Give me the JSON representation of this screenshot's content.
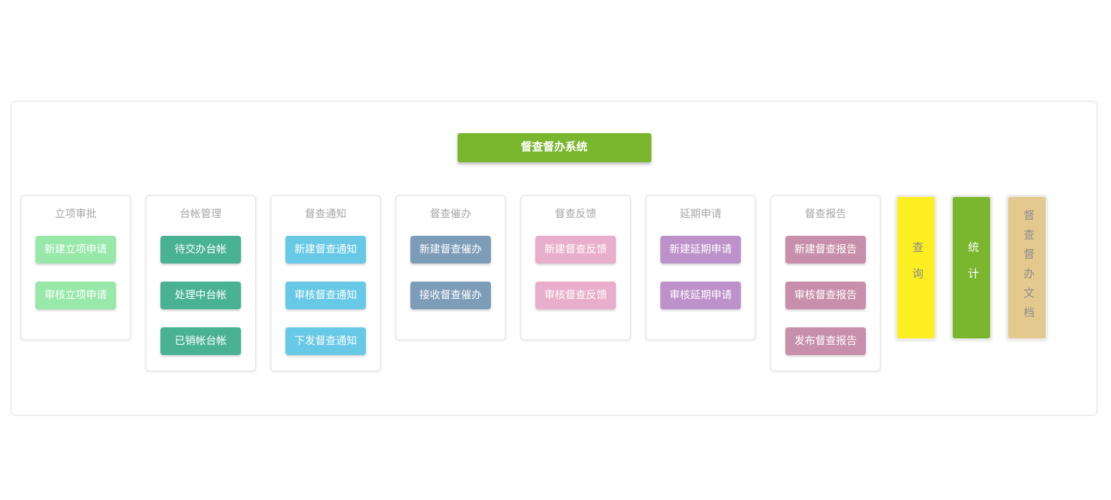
{
  "header": {
    "title": "督查督办系统",
    "color": "#7ab62e",
    "text_color": "#ffffff"
  },
  "columns": [
    {
      "name": "立项审批",
      "button_color": "#97e8a9",
      "buttons": [
        "新建立项申请",
        "审核立项申请"
      ]
    },
    {
      "name": "台帐管理",
      "button_color": "#49b293",
      "buttons": [
        "待交办台帐",
        "处理中台帐",
        "已销帐台帐"
      ]
    },
    {
      "name": "督查通知",
      "button_color": "#67c9e6",
      "buttons": [
        "新建督查通知",
        "审核督查通知",
        "下发督查通知"
      ]
    },
    {
      "name": "督查催办",
      "button_color": "#7d9cb7",
      "buttons": [
        "新建督查催办",
        "接收督查催办"
      ]
    },
    {
      "name": "督查反馈",
      "button_color": "#e9aecb",
      "buttons": [
        "新建督查反馈",
        "审核督查反馈"
      ]
    },
    {
      "name": "延期申请",
      "button_color": "#bd91ca",
      "buttons": [
        "新建延期申请",
        "审核延期申请"
      ]
    },
    {
      "name": "督查报告",
      "button_color": "#c78fab",
      "buttons": [
        "新建督查报告",
        "审核督查报告",
        "发布督查报告"
      ]
    }
  ],
  "side_bars": [
    {
      "label": "查询",
      "color": "#fcee21",
      "text_color": "#8c8c8c"
    },
    {
      "label": "统计",
      "color": "#7ab62e",
      "text_color": "#ffffff"
    },
    {
      "label": "督查督办文档",
      "color": "#e4c98f",
      "text_color": "#8c8c8c"
    }
  ]
}
